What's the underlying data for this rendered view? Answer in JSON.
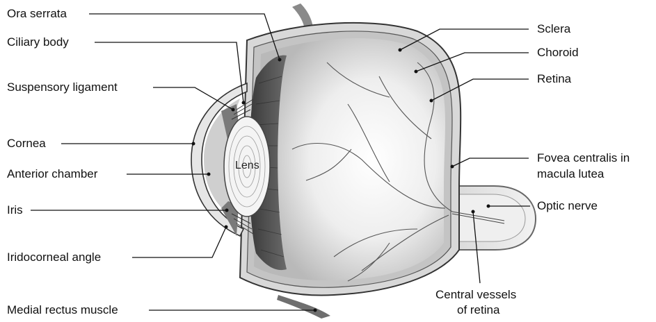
{
  "diagram": {
    "labels": {
      "ora_serrata": "Ora serrata",
      "ciliary_body": "Ciliary body",
      "suspensory_ligament": "Suspensory ligament",
      "cornea": "Cornea",
      "anterior_chamber": "Anterior chamber",
      "iris": "Iris",
      "iridocorneal_angle": "Iridocorneal angle",
      "medial_rectus_muscle": "Medial rectus muscle",
      "lens": "Lens",
      "sclera": "Sclera",
      "choroid": "Choroid",
      "retina": "Retina",
      "fovea_line1": "Fovea centralis in",
      "fovea_line2": "macula lutea",
      "optic_nerve": "Optic nerve",
      "central_vessels_line1": "Central vessels",
      "central_vessels_line2": "of retina"
    }
  }
}
